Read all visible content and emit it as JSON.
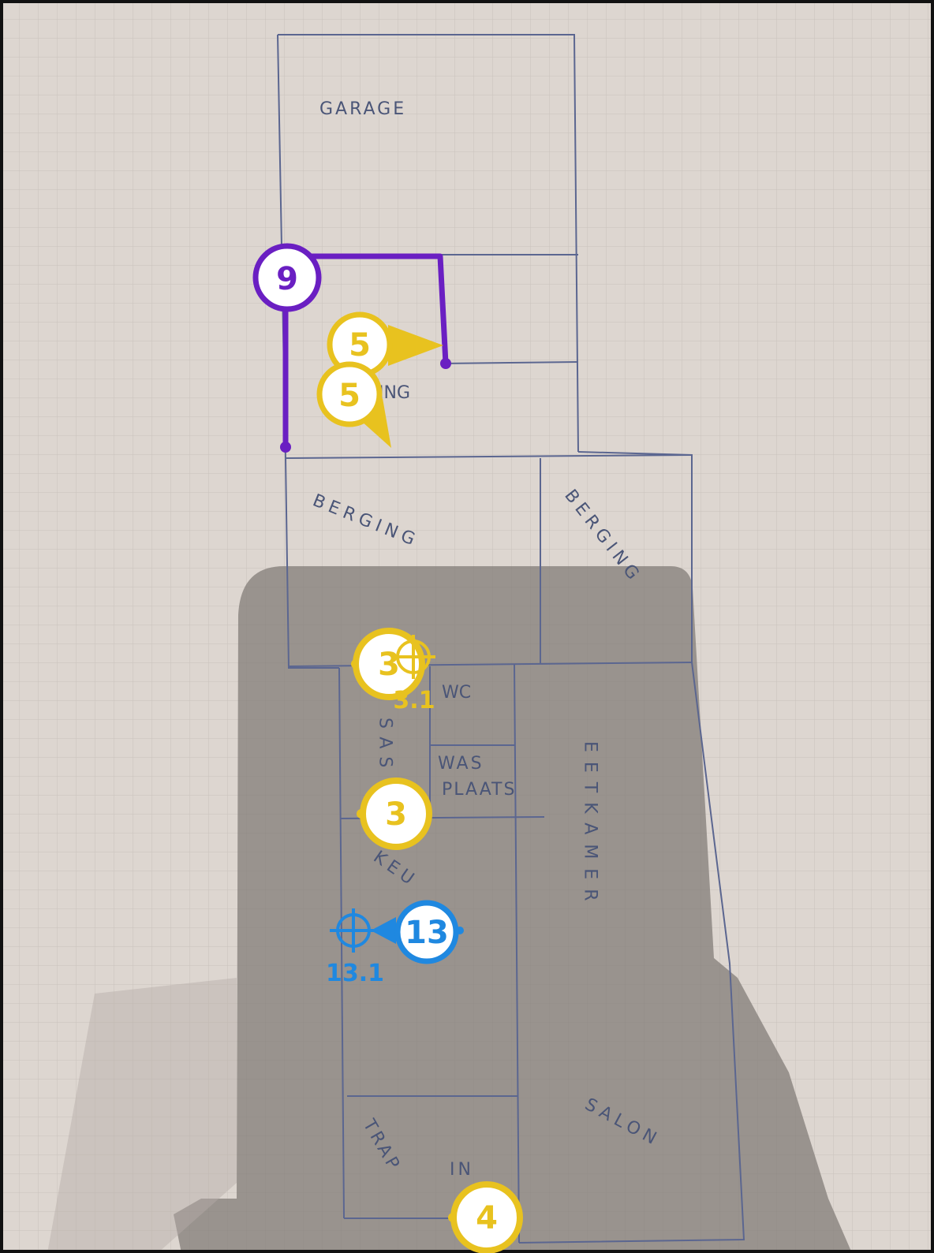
{
  "rooms": {
    "garage": "GARAGE",
    "berging_top": "ING",
    "berging_left": "BERGING",
    "berging_right": "BERGING",
    "wc": "WC",
    "sas": "SAS",
    "wasplaats_1": "WAS",
    "wasplaats_2": "PLAATS",
    "eetkamer": "EETKAMER",
    "keuken": "KEU",
    "trap": "TRAP",
    "in": "IN",
    "salon": "SALON"
  },
  "markers": {
    "m9": "9",
    "m5a": "5",
    "m5b": "5",
    "m3a": "3",
    "m3a_target": "3.1",
    "m3b": "3",
    "m13": "13",
    "m13_target": "13.1",
    "m4": "4"
  },
  "colors": {
    "paper": "#ddd6d0",
    "shadow": "#8a8480",
    "ink": "#4a5577",
    "purple": "#6a1fc2",
    "yellow": "#e8c21f",
    "blue": "#1f88e0"
  }
}
